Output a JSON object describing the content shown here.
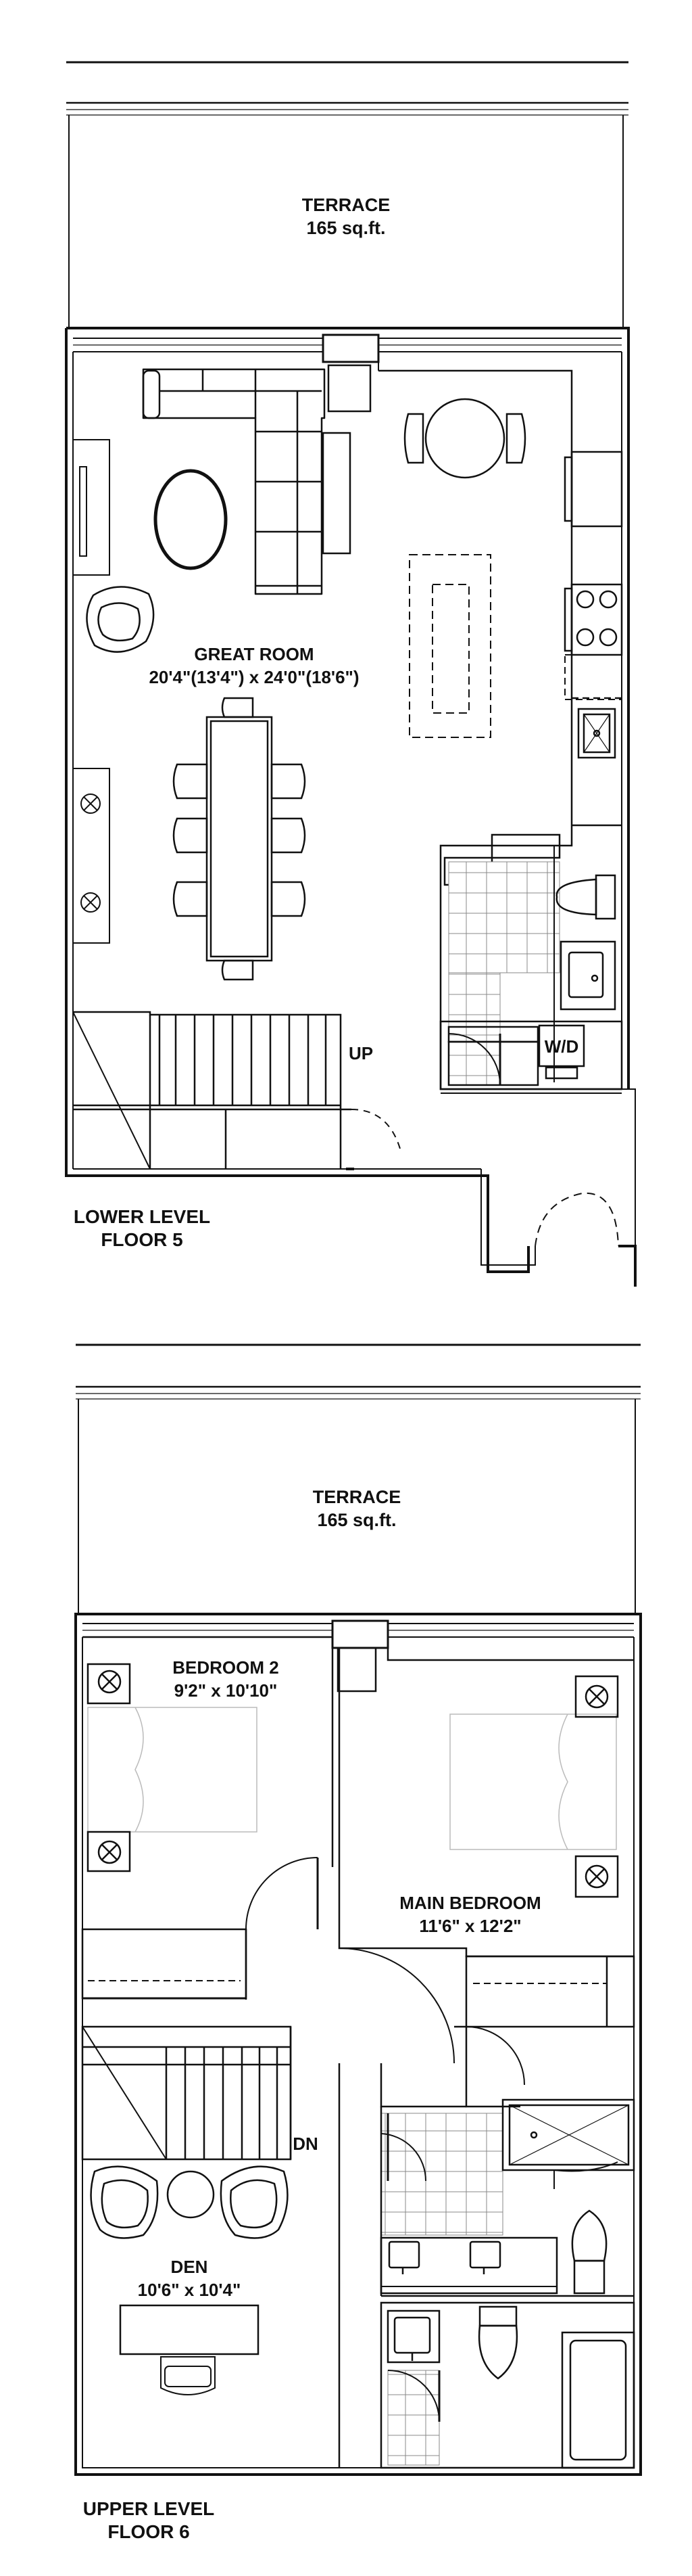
{
  "lower": {
    "terrace_name": "TERRACE",
    "terrace_area": "165 sq.ft.",
    "great_room_name": "GREAT ROOM",
    "great_room_dims": "20'4\"(13'4\") x 24'0\"(18'6\")",
    "stairs_label": "UP",
    "laundry_label": "W/D",
    "level_line1": "LOWER LEVEL",
    "level_line2": "FLOOR 5"
  },
  "upper": {
    "terrace_name": "TERRACE",
    "terrace_area": "165 sq.ft.",
    "bedroom2_name": "BEDROOM 2",
    "bedroom2_dims": "9'2\" x 10'10\"",
    "main_bedroom_name": "MAIN BEDROOM",
    "main_bedroom_dims": "11'6\" x 12'2\"",
    "den_name": "DEN",
    "den_dims": "10'6\" x 10'4\"",
    "stairs_label": "DN",
    "level_line1": "UPPER LEVEL",
    "level_line2": "FLOOR 6"
  }
}
